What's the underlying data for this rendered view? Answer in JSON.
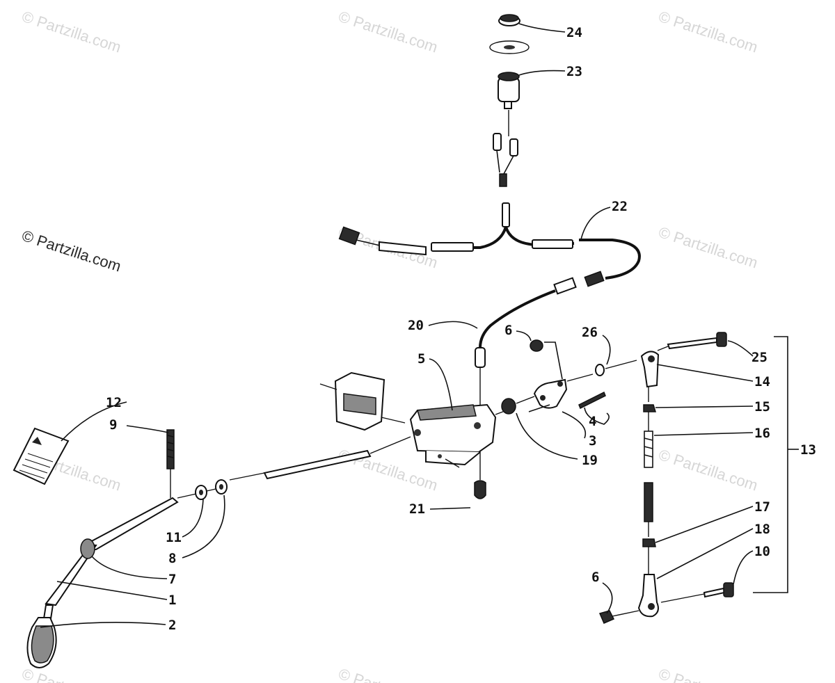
{
  "watermark": {
    "text": "© Partzilla.com",
    "prominent_text": "© Partzilla.com"
  },
  "callouts": {
    "c1": "1",
    "c2": "2",
    "c3": "3",
    "c4": "4",
    "c5": "5",
    "c6a": "6",
    "c6b": "6",
    "c7": "7",
    "c8": "8",
    "c9": "9",
    "c10": "10",
    "c11": "11",
    "c12": "12",
    "c13": "13",
    "c14": "14",
    "c15": "15",
    "c16": "16",
    "c17": "17",
    "c18": "18",
    "c19": "19",
    "c20": "20",
    "c21": "21",
    "c22": "22",
    "c23": "23",
    "c24": "24",
    "c25": "25",
    "c26": "26"
  }
}
